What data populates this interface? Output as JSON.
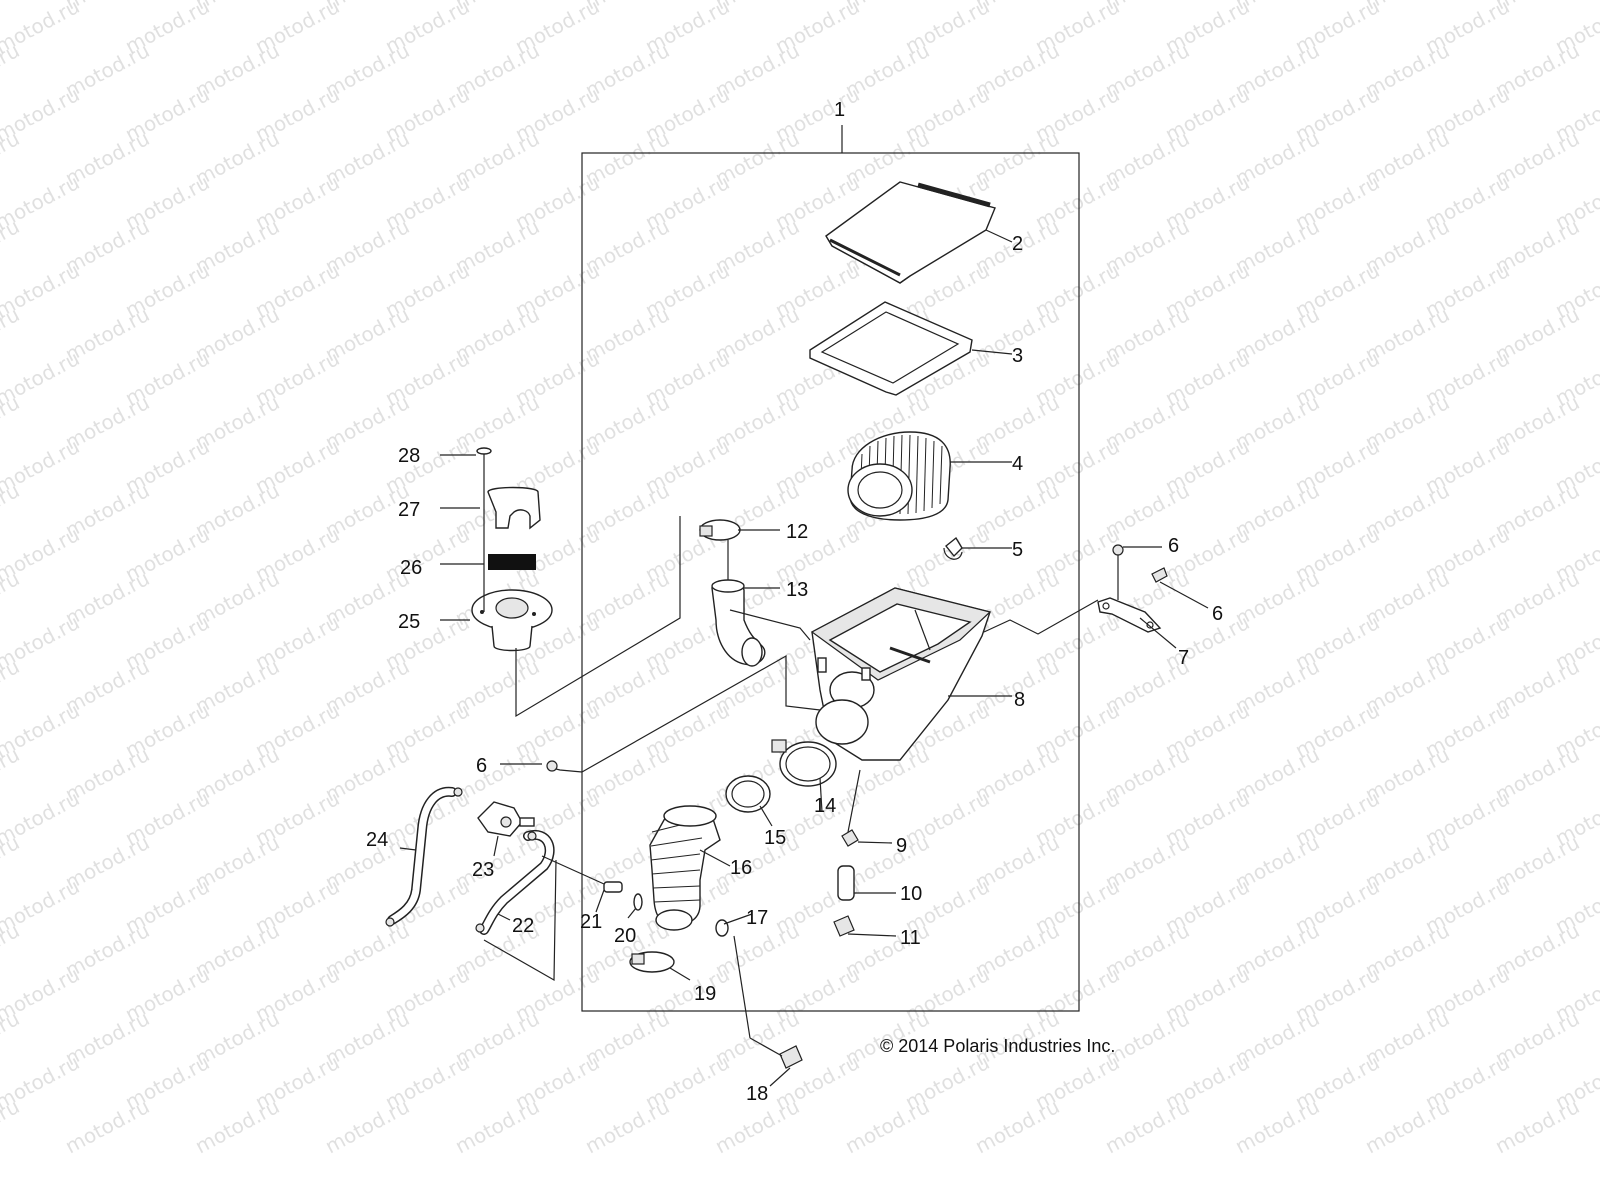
{
  "watermark": {
    "text": "motod.ru",
    "color": "#c8c8c8"
  },
  "copyright": "© 2014 Polaris Industries Inc.",
  "callouts": {
    "c1": "1",
    "c2": "2",
    "c3": "3",
    "c4": "4",
    "c5": "5",
    "c6a": "6",
    "c6b": "6",
    "c6c": "6",
    "c7": "7",
    "c8": "8",
    "c9": "9",
    "c10": "10",
    "c11": "11",
    "c12": "12",
    "c13": "13",
    "c14": "14",
    "c15": "15",
    "c16": "16",
    "c17": "17",
    "c18": "18",
    "c19": "19",
    "c20": "20",
    "c21": "21",
    "c22": "22",
    "c23": "23",
    "c24": "24",
    "c25": "25",
    "c26": "26",
    "c27": "27",
    "c28": "28"
  },
  "icons": {
    "air-filter-cover": "cover-plate",
    "gasket": "rect-seal",
    "air-filter": "cylindrical-pleated-filter",
    "airbox": "airbox-housing",
    "intake-boot": "corrugated-duct",
    "valve": "check-valve"
  }
}
